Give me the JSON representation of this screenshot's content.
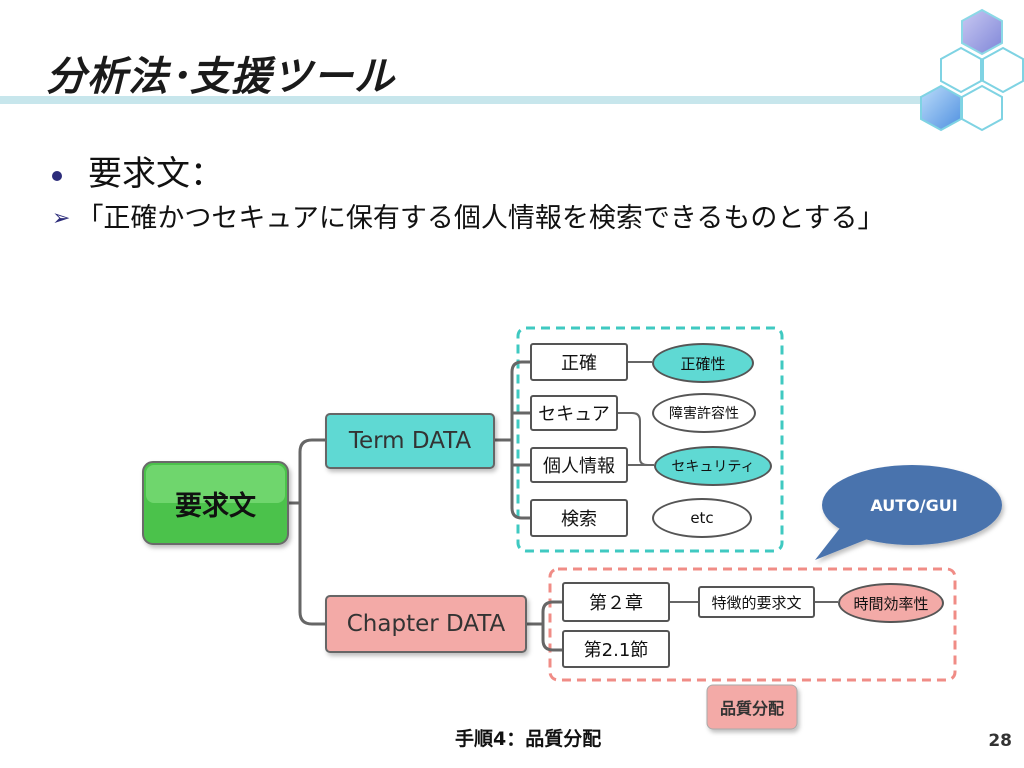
{
  "slide": {
    "title": "分析法･支援ツール",
    "bullet": "要求文：",
    "statement": "「正確かつセキュアに保有する個人情報を検索できるものとする」",
    "caption": "手順4：品質分配",
    "page_number": "28"
  },
  "diagram": {
    "root": "要求文",
    "term_branch": "Term DATA",
    "chapter_branch": "Chapter DATA",
    "terms": [
      "正確",
      "セキュア",
      "個人情報",
      "検索"
    ],
    "term_qualities": [
      "正確性",
      "障害許容性",
      "セキュリティ",
      "etc"
    ],
    "chapters": [
      "第２章",
      "第2.1節"
    ],
    "feature_text": "特徴的要求文",
    "chapter_quality": "時間効率性",
    "callout": "AUTO/GUI",
    "distribution_label": "品質分配"
  },
  "colors": {
    "title_rule": "#c7e6ec",
    "term_highlight": "#5fd9d3",
    "term_frame": "#3fc9c1",
    "chapter_highlight": "#f3aaa7",
    "chapter_frame": "#f08c86",
    "root_green": "#4cc24c",
    "callout_blue": "#4a73ad",
    "hex_purple": "#9a9ee0",
    "hex_blue": "#6aa8e8"
  }
}
